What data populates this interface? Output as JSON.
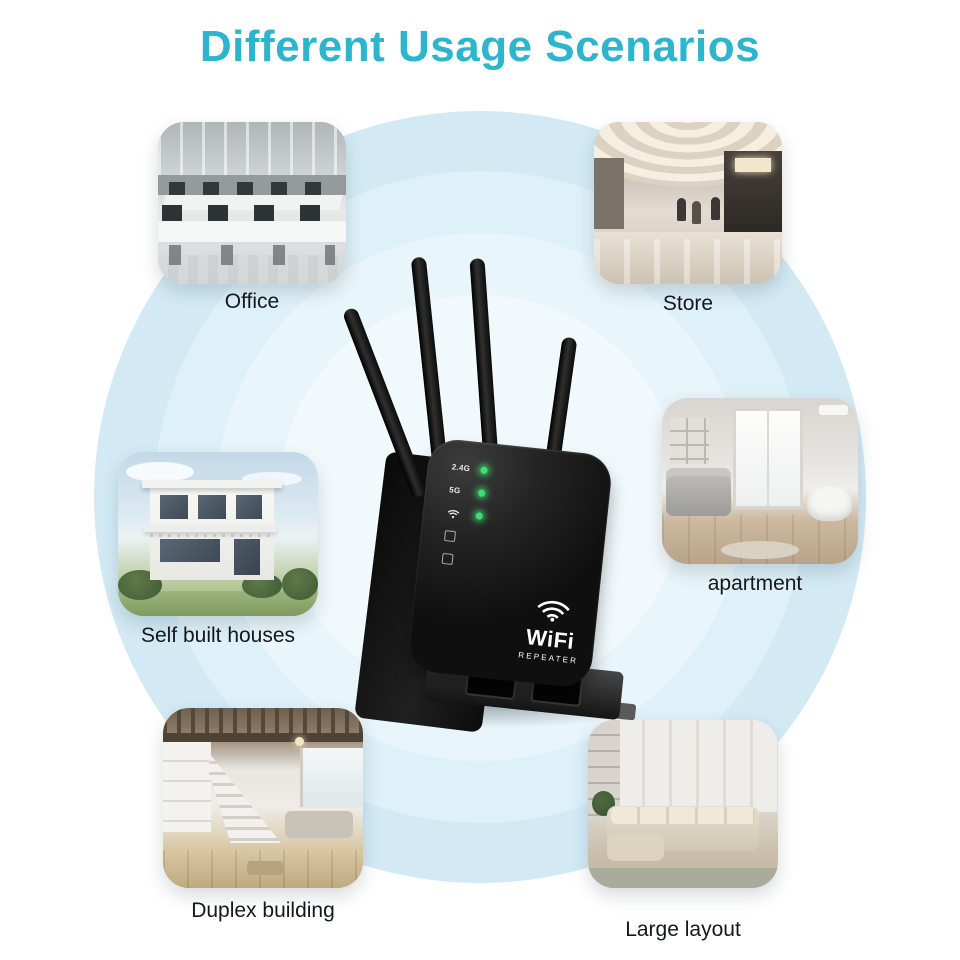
{
  "title": "Different Usage Scenarios",
  "colors": {
    "accent": "#2db5cd",
    "ring1": "#d3eaf5",
    "ring2": "#def0f8",
    "ring3": "#e8f5fa",
    "ring4": "#f2f9fc",
    "led": "#3ce06e",
    "label": "#15181a"
  },
  "scenarios": [
    {
      "id": "office",
      "label": "Office"
    },
    {
      "id": "store",
      "label": "Store"
    },
    {
      "id": "self-built-houses",
      "label": "Self built houses"
    },
    {
      "id": "apartment",
      "label": "apartment"
    },
    {
      "id": "duplex-building",
      "label": "Duplex building"
    },
    {
      "id": "large-layout",
      "label": "Large layout"
    }
  ],
  "device": {
    "logo": {
      "line1": "WiFi",
      "line2": "REPEATER"
    },
    "leds": [
      {
        "label": "2.4G",
        "state": "on"
      },
      {
        "label": "5G",
        "state": "on"
      },
      {
        "icon": "wifi-icon",
        "state": "on"
      },
      {
        "icon": "lan-icon",
        "state": "off"
      },
      {
        "icon": "wps-icon",
        "state": "off"
      }
    ]
  },
  "icons": {
    "wifi-icon": "three concentric arcs with dot",
    "lan-icon": "small square outline",
    "wps-icon": "small square outline"
  }
}
